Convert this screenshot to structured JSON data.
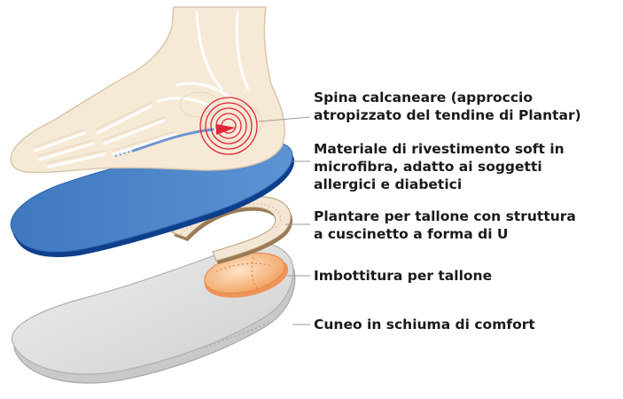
{
  "labels": {
    "heel_spur": {
      "line1": "Spina calcaneare (approccio",
      "line2": "atropizzato del tendine di Plantar)"
    },
    "cover_material": {
      "line1": "Materiale di rivestimento soft in",
      "line2": "microfibra, adatto ai soggetti",
      "line3": "allergici e diabetici"
    },
    "u_insole": {
      "line1": "Plantare per tallone con struttura",
      "line2": "a cuscinetto a forma di U"
    },
    "heel_pad": {
      "line1": "Imbottitura per tallone"
    },
    "comfort_wedge": {
      "line1": "Cuneo in schiuma di comfort"
    }
  },
  "colors": {
    "foot_skin": "#f6e9d6",
    "foot_outline": "#d9c7ae",
    "bones": "#ffffff",
    "pain_rings": "#e0253a",
    "insole_top": "#4d86c8",
    "insole_edge": "#0e3f8c",
    "u_pad": "#f3e6d4",
    "u_pad_edge": "#9a7a55",
    "heel_pad": "#f5b27a",
    "wedge": "#e2e2e2",
    "wedge_edge": "#a7a7a7"
  }
}
